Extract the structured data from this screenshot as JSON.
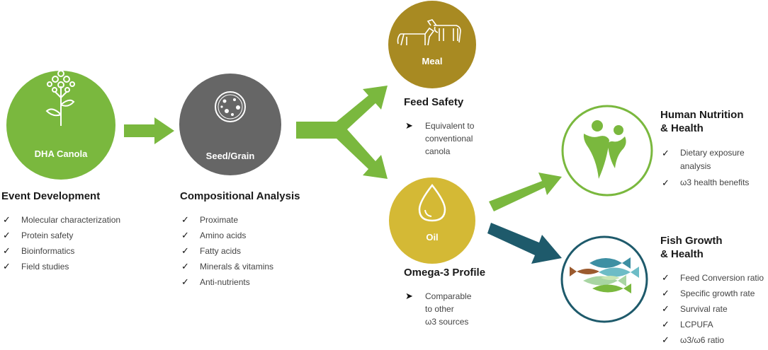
{
  "nodes": {
    "dha_canola": {
      "label": "DHA Canola",
      "icon": "canola-plant-icon",
      "color": "#7ab83e"
    },
    "seed_grain": {
      "label": "Seed/Grain",
      "icon": "petri-dish-icon",
      "color": "#666666"
    },
    "meal": {
      "label": "Meal",
      "icon": "livestock-icon",
      "color": "#a88a22"
    },
    "oil": {
      "label": "Oil",
      "icon": "oil-drop-icon",
      "color": "#d4b935"
    },
    "human": {
      "icon": "human-figures-icon",
      "color": "#7ab83e"
    },
    "fish": {
      "icon": "fish-school-icon",
      "color": "#1e5a6b"
    }
  },
  "sections": {
    "event_development": {
      "title": "Event Development",
      "items": [
        "Molecular characterization",
        "Protein safety",
        "Bioinformatics",
        "Field studies"
      ]
    },
    "compositional_analysis": {
      "title": "Compositional Analysis",
      "items": [
        "Proximate",
        "Amino acids",
        "Fatty acids",
        "Minerals & vitamins",
        "Anti-nutrients"
      ]
    },
    "feed_safety": {
      "title": "Feed Safety",
      "note": [
        "Equivalent to",
        "conventional",
        "canola"
      ]
    },
    "omega3_profile": {
      "title": "Omega-3 Profile",
      "note": [
        "Comparable",
        "to other",
        "ω3 sources"
      ]
    },
    "human_nutrition": {
      "title_lines": [
        "Human Nutrition",
        "& Health"
      ],
      "items": [
        "Dietary exposure\n analysis",
        "ω3 health benefits"
      ]
    },
    "fish_growth": {
      "title_lines": [
        "Fish Growth",
        "& Health"
      ],
      "items": [
        "Feed Conversion ratio",
        "Specific growth rate",
        "Survival rate",
        "LCPUFA",
        "ω3/ω6 ratio"
      ]
    }
  },
  "marks": {
    "check": "✓",
    "arrowhead": "➤"
  },
  "colors": {
    "green_arrow": "#7ab83e",
    "teal_arrow": "#1e5a6b"
  }
}
